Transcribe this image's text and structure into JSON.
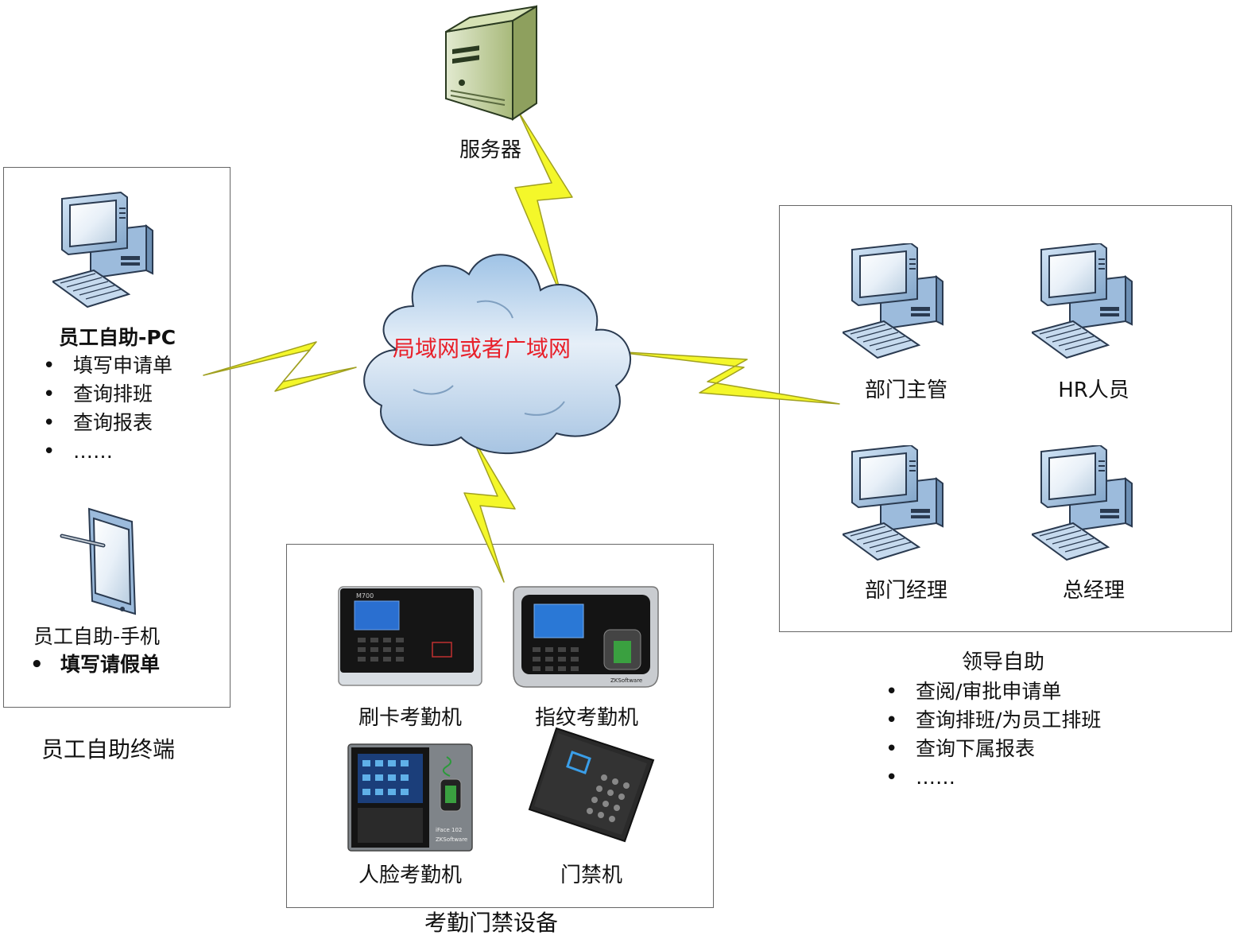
{
  "server": {
    "label": "服务器"
  },
  "cloud": {
    "label": "局域网或者广域网"
  },
  "employee_panel": {
    "title": "员工自助终端",
    "pc": {
      "label": "员工自助-PC",
      "items": [
        "填写申请单",
        "查询排班",
        "查询报表",
        "……"
      ]
    },
    "mobile": {
      "label": "员工自助-手机",
      "items": [
        "填写请假单"
      ]
    }
  },
  "leader_panel": {
    "computers": [
      {
        "label": "部门主管"
      },
      {
        "label": "HR人员"
      },
      {
        "label": "部门经理"
      },
      {
        "label": "总经理"
      }
    ],
    "title": "领导自助",
    "items": [
      "查阅/审批申请单",
      "查询排班/为员工排班",
      "查询下属报表",
      "……"
    ]
  },
  "device_panel": {
    "title": "考勤门禁设备",
    "devices": [
      {
        "label": "刷卡考勤机",
        "model": "M700"
      },
      {
        "label": "指纹考勤机",
        "brand": "ZKSoftware"
      },
      {
        "label": "人脸考勤机",
        "brand": "ZKSoftware",
        "model": "iFace 102"
      },
      {
        "label": "门禁机"
      }
    ]
  },
  "colors": {
    "lightning": "#f4f72a",
    "lightning_stroke": "#a0a020",
    "cloud_label": "#e8202a",
    "computer_body": "#a9c6e3",
    "server_body": "#c8d6a0"
  }
}
